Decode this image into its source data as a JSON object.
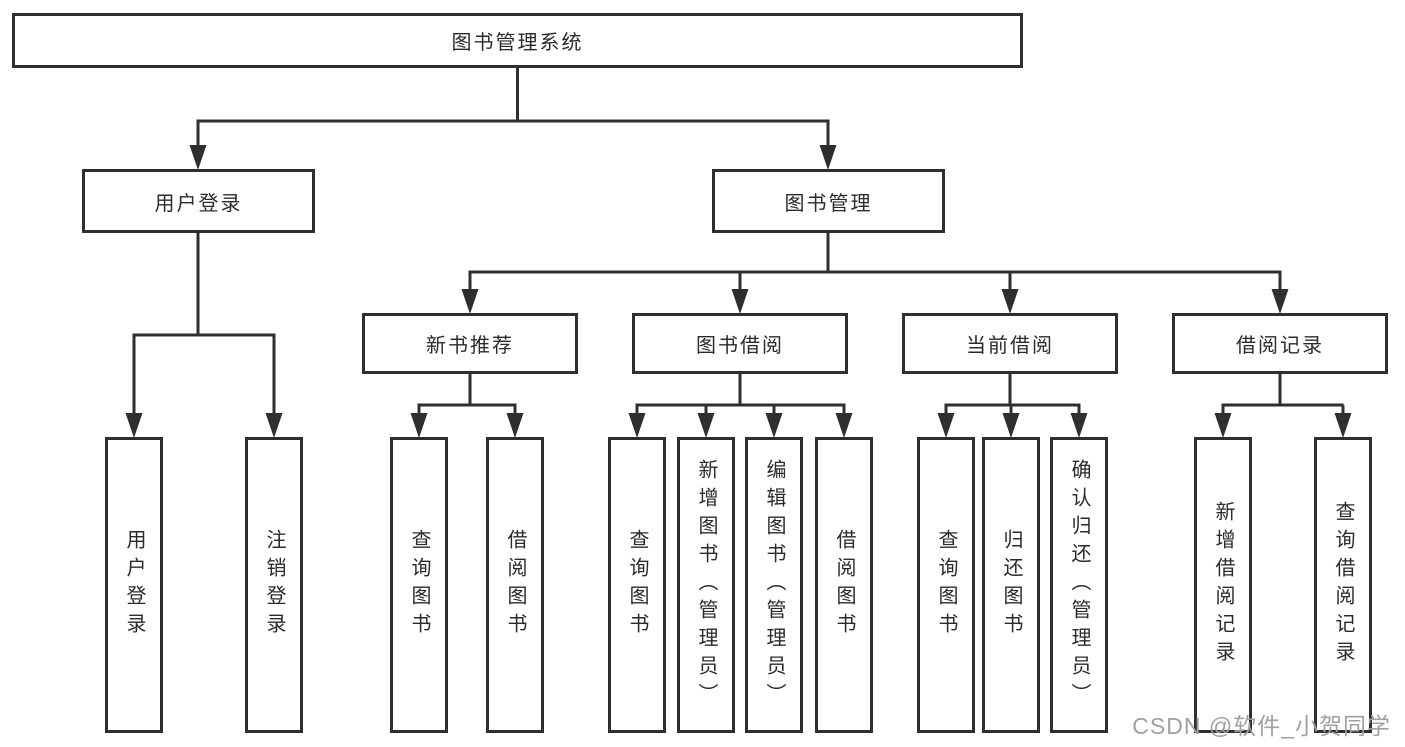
{
  "watermark": "CSDN @软件_小贺同学",
  "colors": {
    "line": "#2f2f2f",
    "box_fill": "#ffffff",
    "text": "#2b2b2b",
    "watermark_text": "#a0a0a0",
    "background": "#ffffff"
  },
  "nodes": {
    "root": "图书管理系统",
    "user_login": "用户登录",
    "book_management": "图书管理",
    "new_book_recommend": "新书推荐",
    "book_borrow": "图书借阅",
    "current_borrow": "当前借阅",
    "borrow_records": "借阅记录",
    "leaf_user_login": "用户登录",
    "leaf_logout_login": "注销登录",
    "leaf_query_books_recommend": "查询图书",
    "leaf_borrow_books_recommend": "借阅图书",
    "leaf_query_books_borrow": "查询图书",
    "leaf_add_books_admin": "新增图书（管理员）",
    "leaf_edit_books_admin": "编辑图书（管理员）",
    "leaf_borrow_books_borrow": "借阅图书",
    "leaf_query_books_current": "查询图书",
    "leaf_return_books": "归还图书",
    "leaf_confirm_return_admin": "确认归还（管理员）",
    "leaf_add_borrow_record": "新增借阅记录",
    "leaf_query_borrow_record": "查询借阅记录"
  }
}
